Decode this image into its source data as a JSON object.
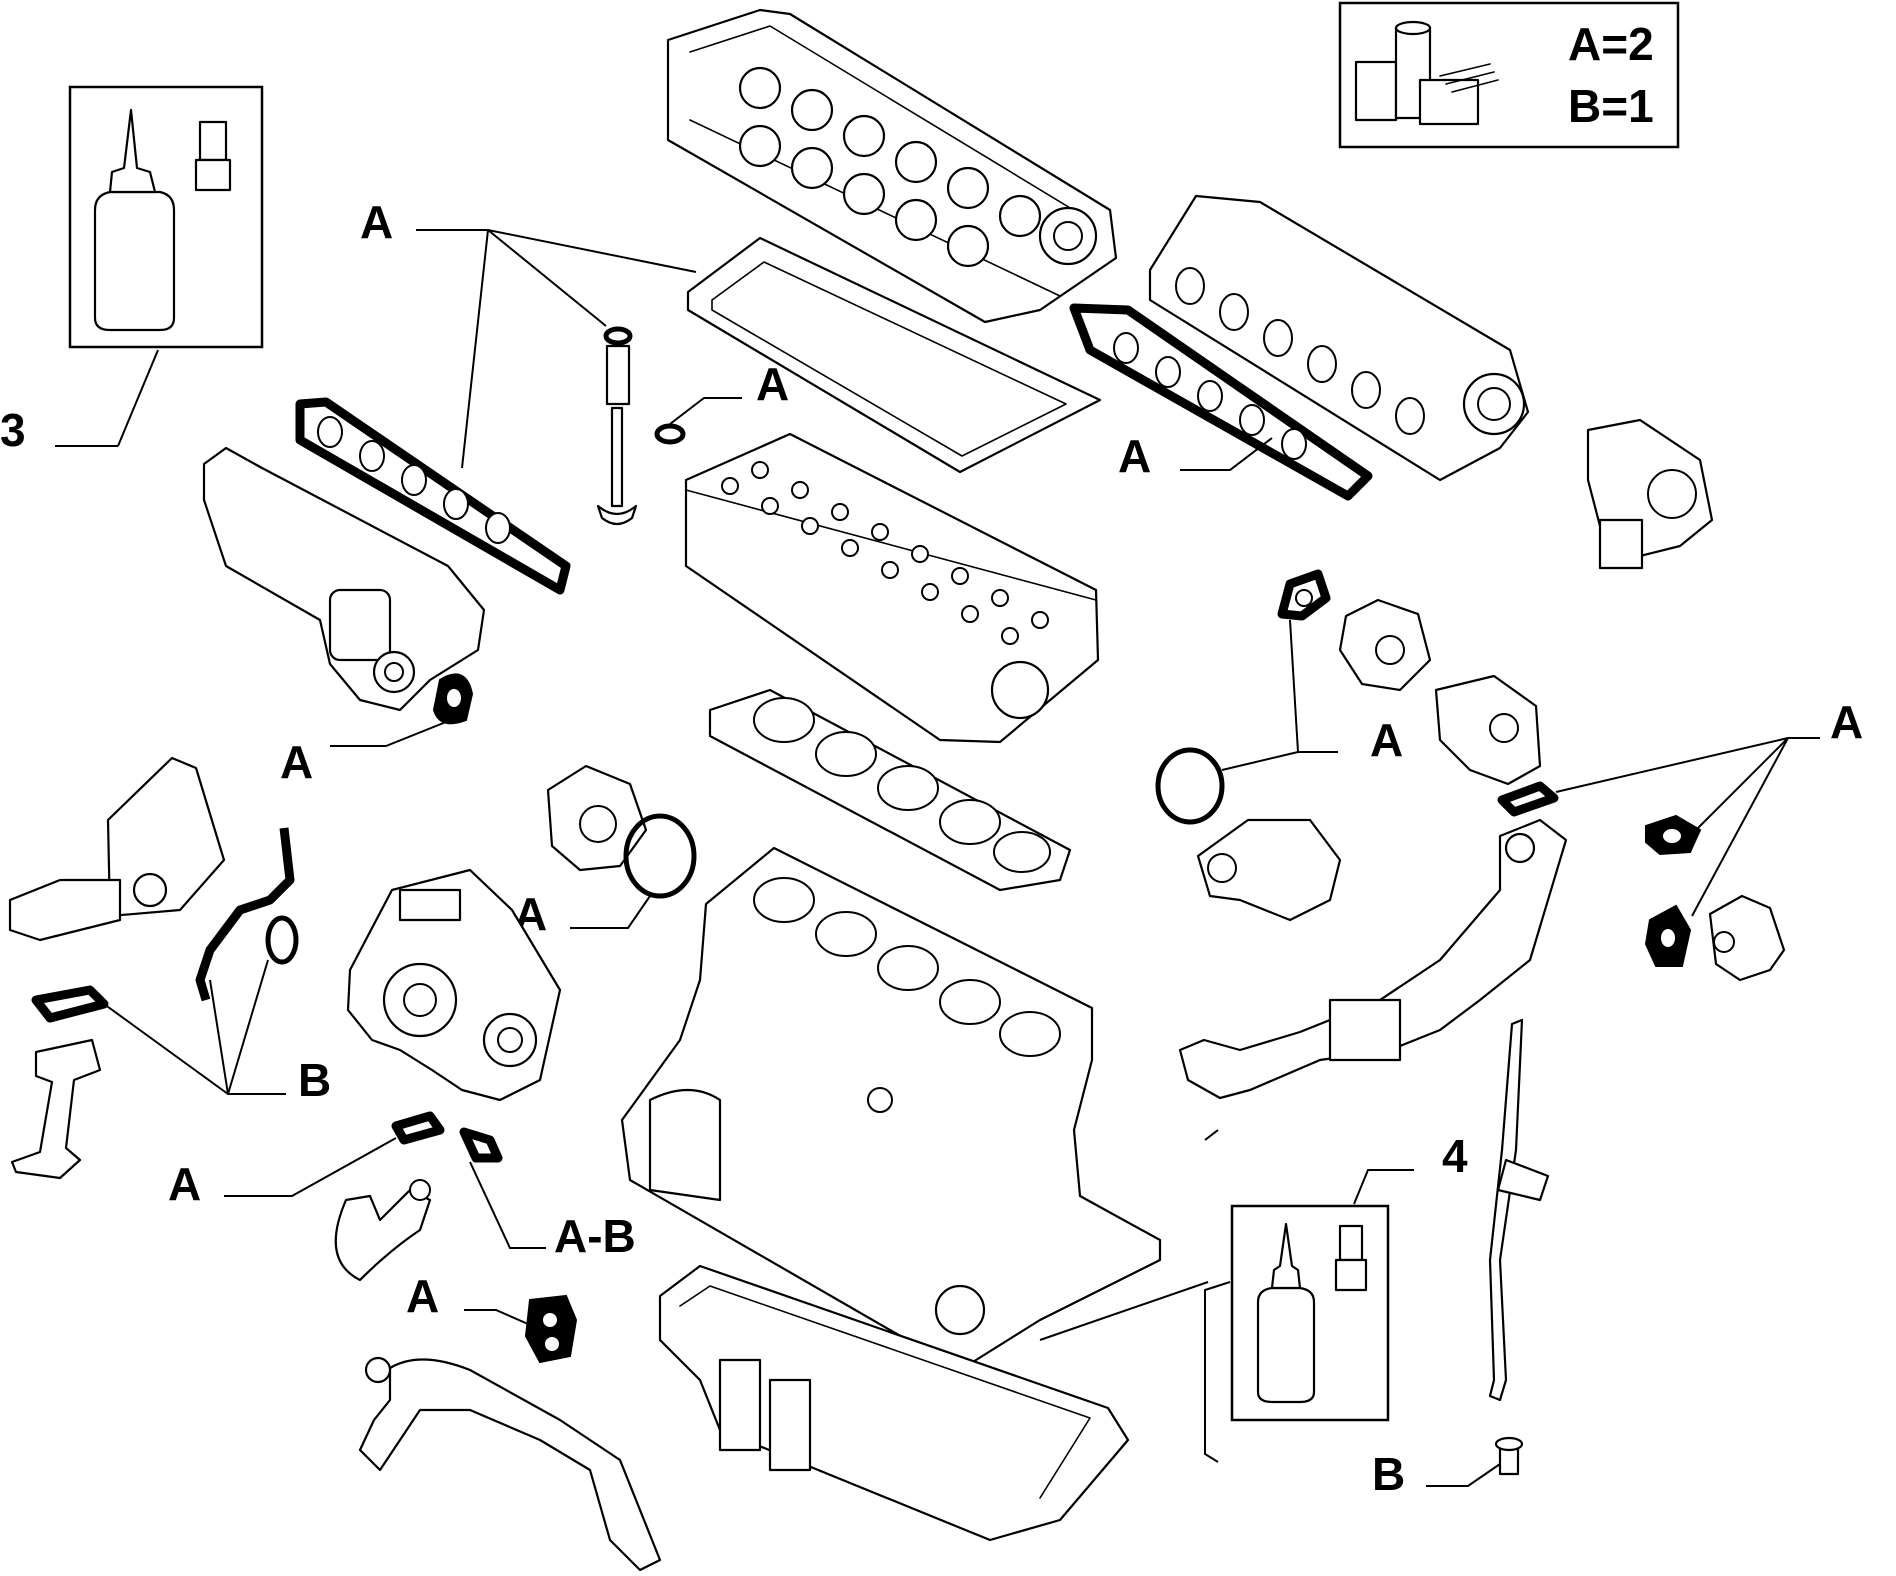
{
  "legend": {
    "line_a": "A=2",
    "line_b": "B=1"
  },
  "callouts": {
    "a_label": "A",
    "b_label": "B",
    "ab_label": "A-B",
    "item_3": "3",
    "item_4": "4"
  },
  "colors": {
    "ink": "#000000",
    "paper": "#ffffff"
  }
}
